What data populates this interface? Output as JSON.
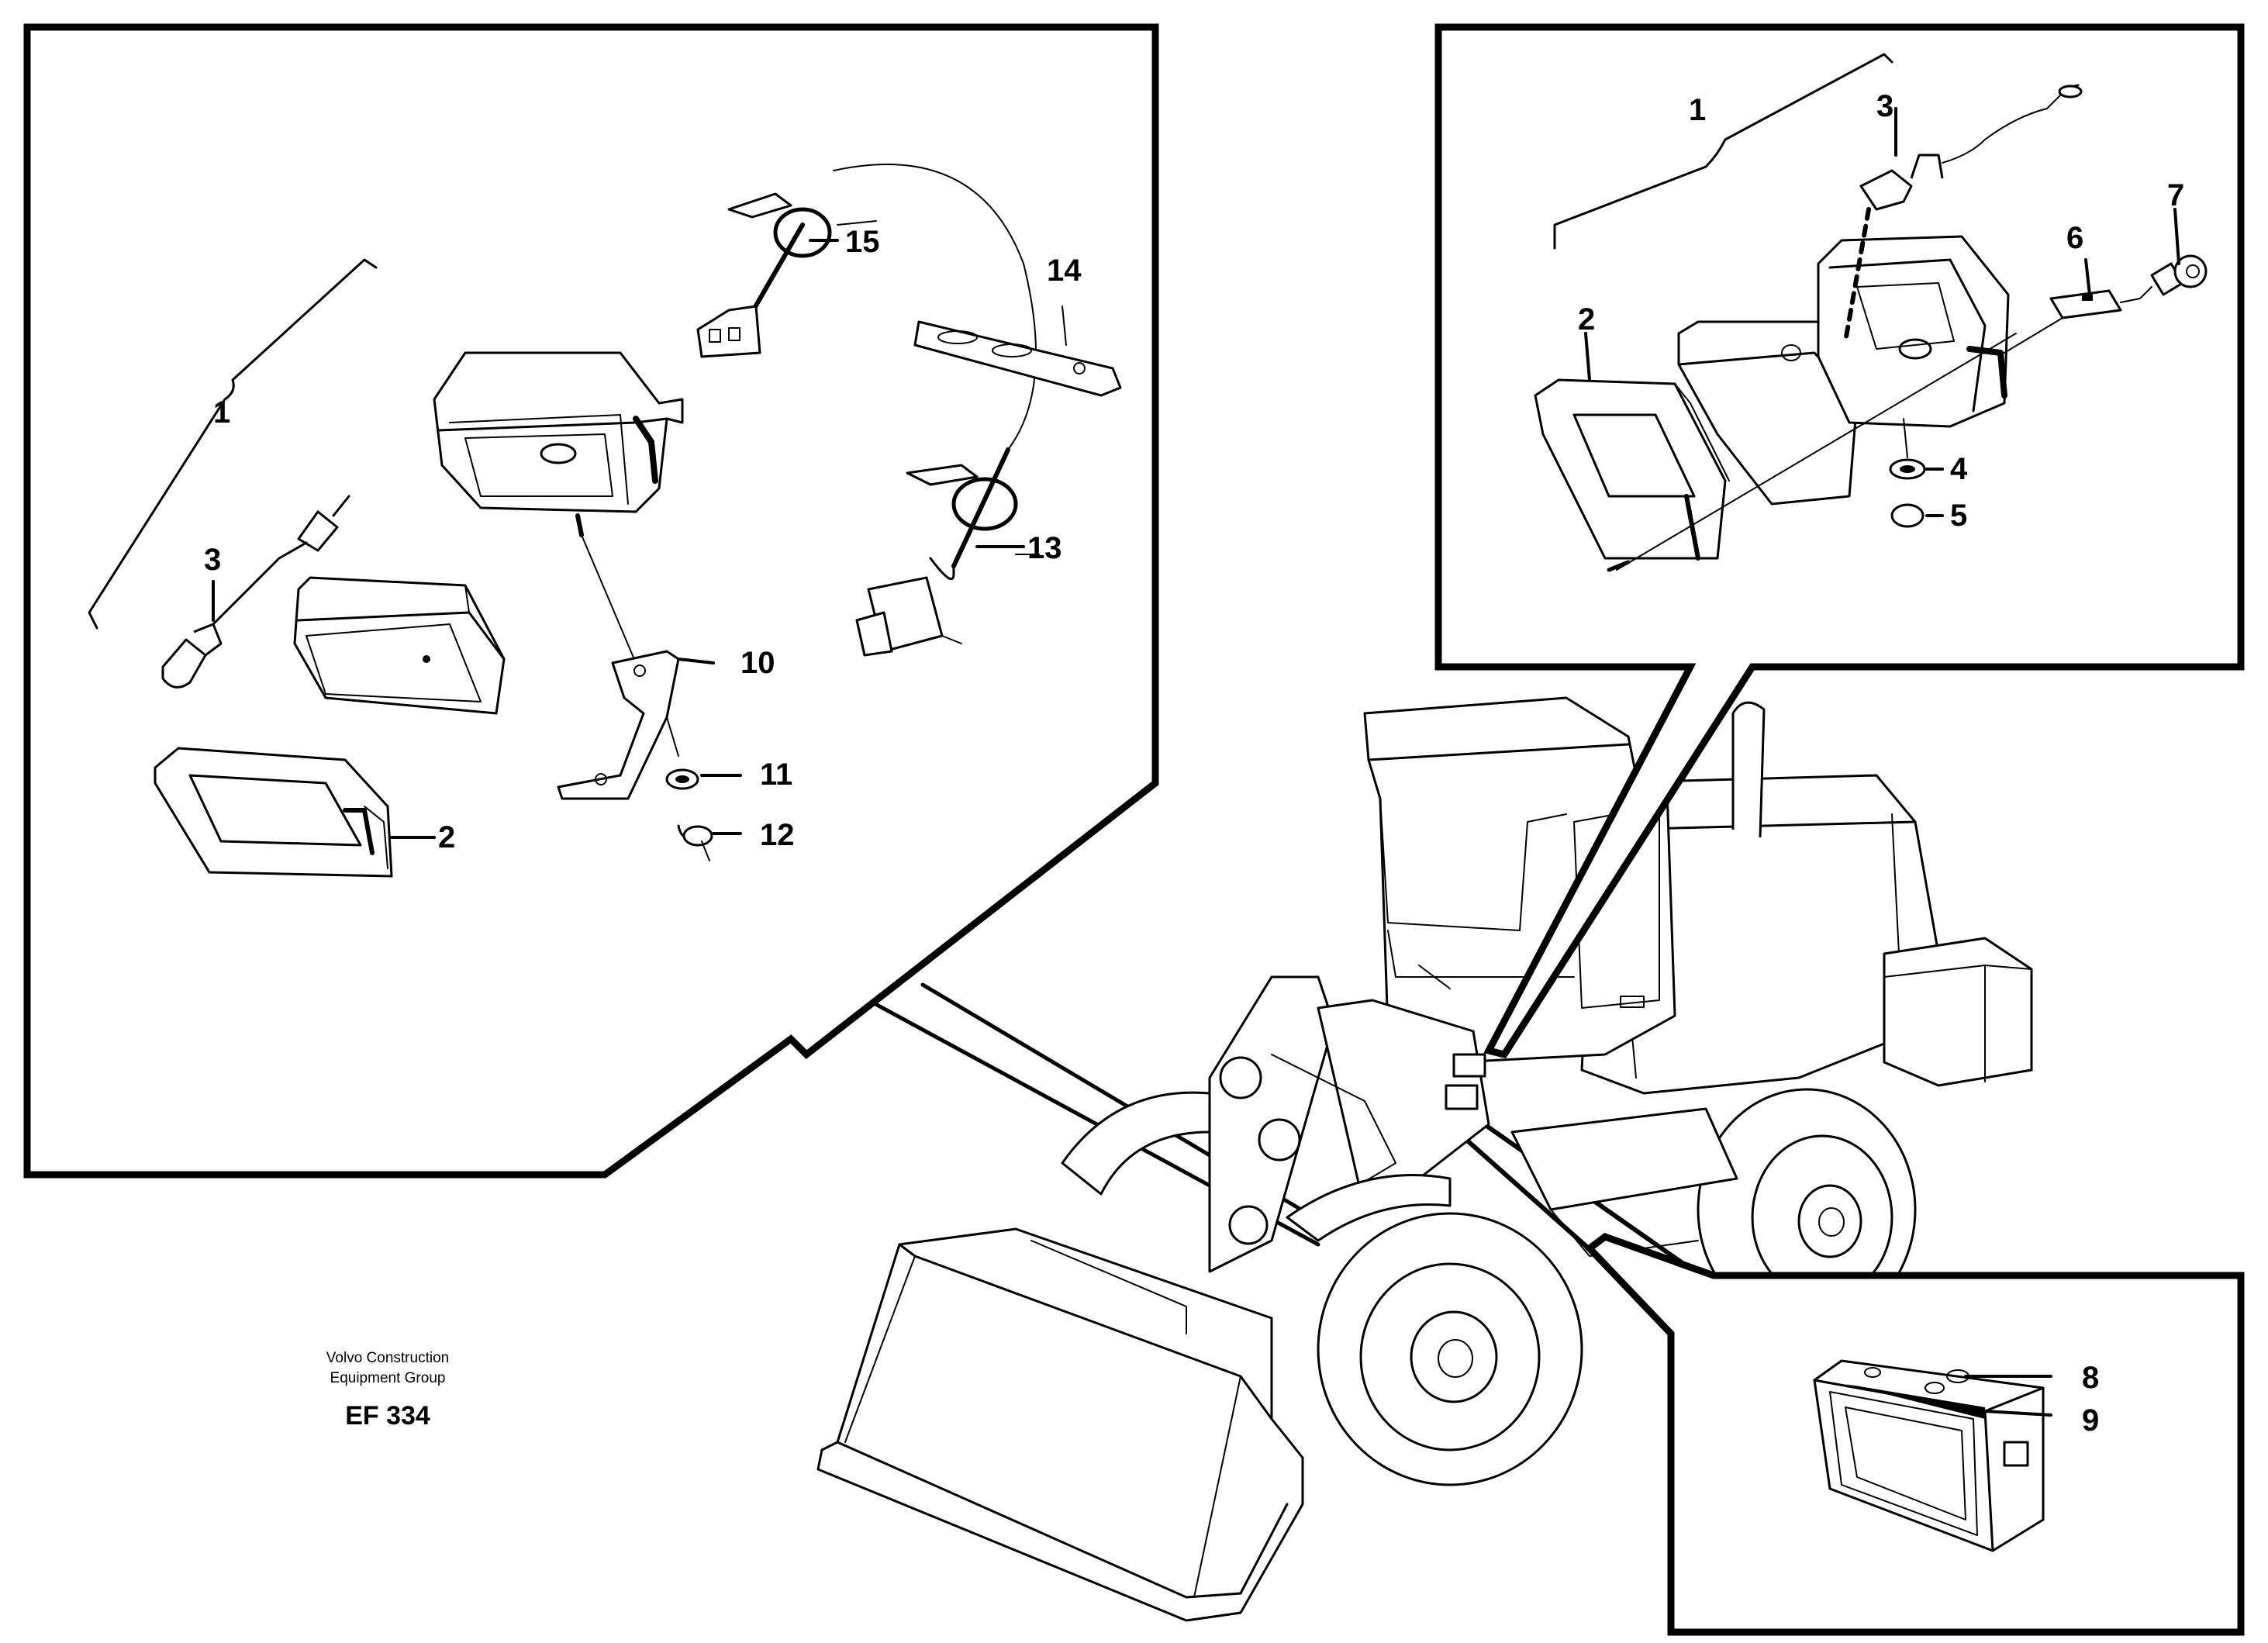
{
  "diagram": {
    "credit_line_1": "Volvo Construction",
    "credit_line_2": "Equipment Group",
    "figure_code": "EF 334"
  },
  "left_panel": {
    "callouts": [
      "1",
      "2",
      "3",
      "10",
      "11",
      "12",
      "13",
      "14",
      "15"
    ]
  },
  "top_right_panel": {
    "callouts": [
      "1",
      "2",
      "3",
      "4",
      "5",
      "6",
      "7"
    ]
  },
  "bottom_right_panel": {
    "callouts": [
      "8",
      "9"
    ]
  }
}
